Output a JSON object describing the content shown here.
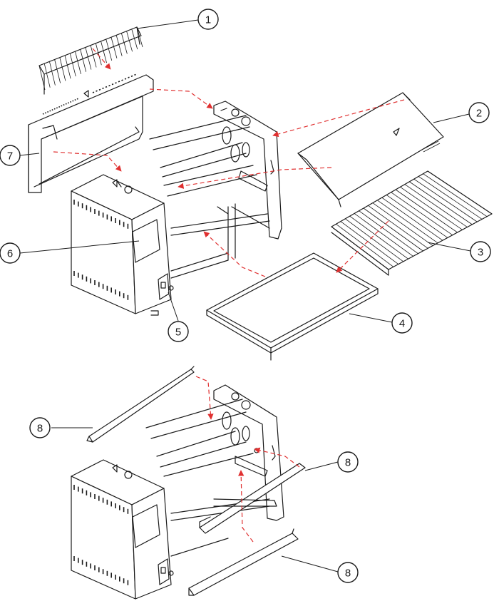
{
  "callouts": {
    "c1": "1",
    "c2": "2",
    "c3": "3",
    "c4": "4",
    "c5": "5",
    "c6": "6",
    "c7": "7",
    "c8a": "8",
    "c8b": "8",
    "c8c": "8"
  },
  "colors": {
    "line": "#1a1a1a",
    "arrow": "#e03030",
    "background": "#ffffff"
  }
}
